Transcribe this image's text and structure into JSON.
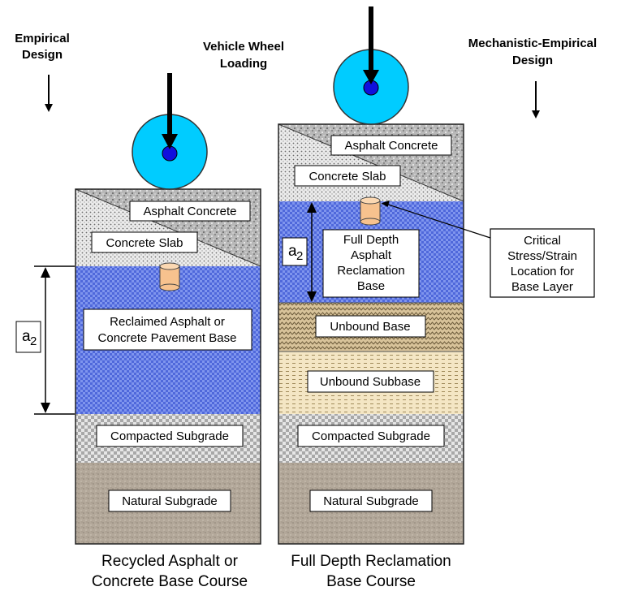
{
  "headings": {
    "empirical": [
      "Empirical",
      "Design"
    ],
    "vehicle": [
      "Vehicle Wheel",
      "Loading"
    ],
    "mechanistic": [
      "Mechanistic-Empirical",
      "Design"
    ]
  },
  "left_column": {
    "asphalt": "Asphalt Concrete",
    "slab": "Concrete Slab",
    "base": [
      "Reclaimed Asphalt or",
      "Concrete Pavement Base"
    ],
    "a2": "a",
    "a2_sub": "2",
    "compacted": "Compacted Subgrade",
    "natural": "Natural Subgrade",
    "caption": [
      "Recycled Asphalt or",
      "Concrete Base Course"
    ]
  },
  "right_column": {
    "asphalt": "Asphalt Concrete",
    "slab": "Concrete Slab",
    "base": [
      "Full Depth",
      "Asphalt",
      "Reclamation",
      "Base"
    ],
    "a2": "a",
    "a2_sub": "2",
    "unbound_base": "Unbound Base",
    "unbound_subbase": "Unbound Subbase",
    "compacted": "Compacted Subgrade",
    "natural": "Natural Subgrade",
    "caption": [
      "Full Depth Reclamation",
      "Base Course"
    ]
  },
  "callout": [
    "Critical",
    "Stress/Strain",
    "Location for",
    "Base Layer"
  ],
  "colors": {
    "wheel": "#00ccff",
    "hub": "#1010dd",
    "base_blue": "#6f86e8",
    "cylinder": "#f7c28e",
    "unbound_base": "#d8c39a",
    "unbound_subbase": "#f4e6c4",
    "natural": "#b3a89a"
  }
}
